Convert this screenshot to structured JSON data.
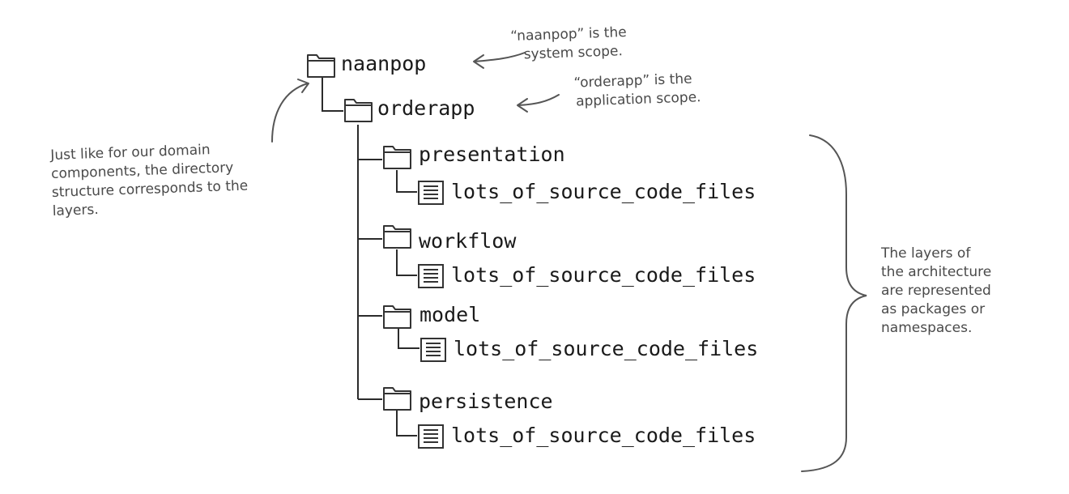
{
  "tree": {
    "root": {
      "label": "naanpop"
    },
    "app": {
      "label": "orderapp"
    },
    "layers": [
      {
        "label": "presentation",
        "file": "lots_of_source_code_files"
      },
      {
        "label": "workflow",
        "file": "lots_of_source_code_files"
      },
      {
        "label": "model",
        "file": "lots_of_source_code_files"
      },
      {
        "label": "persistence",
        "file": "lots_of_source_code_files"
      }
    ]
  },
  "annotations": {
    "system_scope": [
      "“naanpop” is the",
      "system scope."
    ],
    "application_scope": [
      "“orderapp” is the",
      "application scope."
    ],
    "directory_structure": [
      "Just like for our domain",
      "components, the directory",
      "structure corresponds to the",
      "layers."
    ],
    "layers_note": [
      "The layers of",
      "the architecture",
      "are represented",
      "as packages or",
      "namespaces."
    ]
  },
  "colors": {
    "line": "#2b2b2b",
    "annotation": "#555555",
    "text": "#1a1a1a"
  },
  "icons": {
    "folder": "folder-icon",
    "file": "file-icon"
  }
}
